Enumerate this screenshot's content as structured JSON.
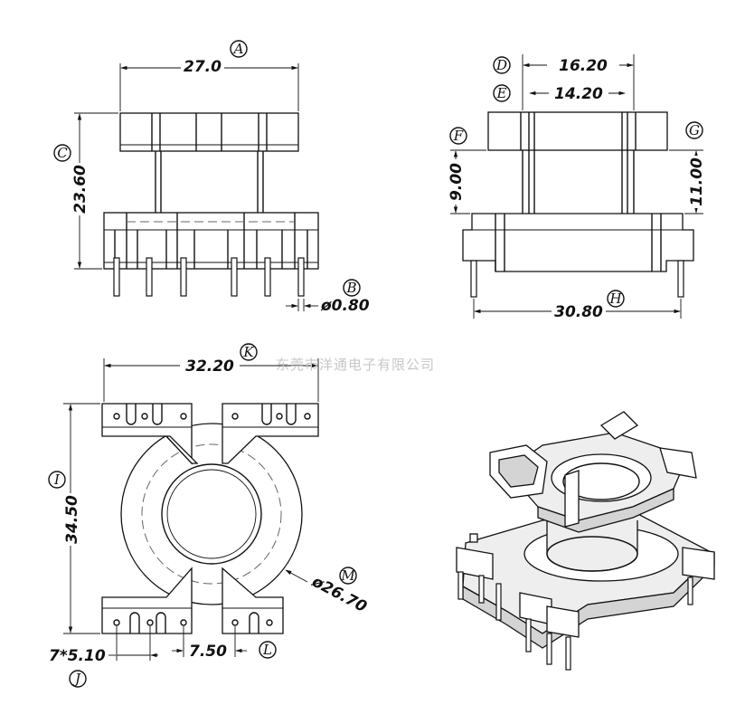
{
  "watermark": "东莞市洋通电子有限公司",
  "callouts": [
    "A",
    "B",
    "C",
    "D",
    "E",
    "F",
    "G",
    "H",
    "I",
    "J",
    "K",
    "L",
    "M"
  ],
  "dimensions": {
    "A": "27.0",
    "B": "ø0.80",
    "C": "23.60",
    "D": "16.20",
    "E": "14.20",
    "F": "9.00",
    "G": "11.00",
    "H": "30.80",
    "I": "34.50",
    "J": "7*5.10",
    "K": "32.20",
    "L": "7.50",
    "M": "ø26.70"
  }
}
